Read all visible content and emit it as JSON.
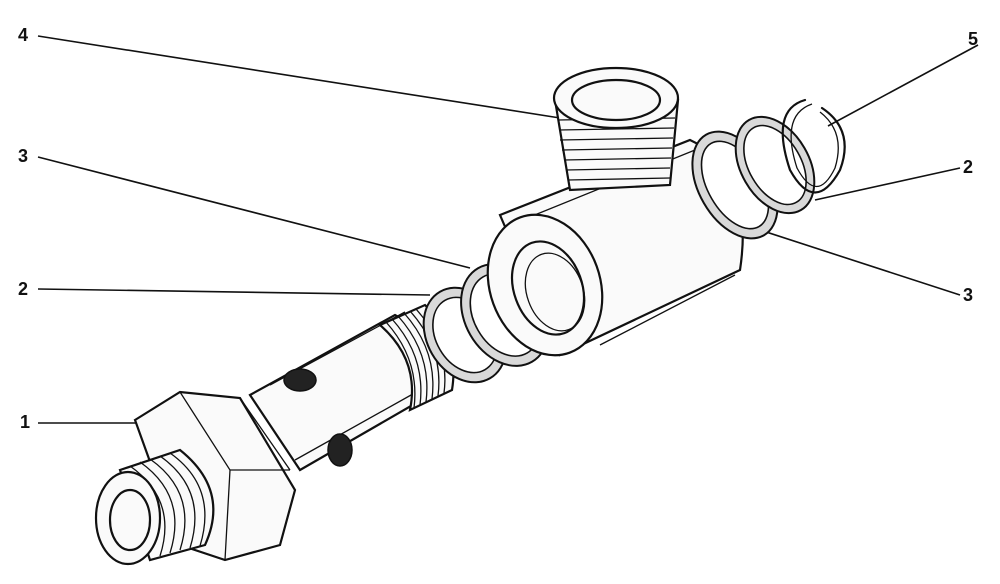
{
  "callouts": [
    {
      "id": "c4a",
      "label": "4"
    },
    {
      "id": "c5",
      "label": "5"
    },
    {
      "id": "c3a",
      "label": "3"
    },
    {
      "id": "c2a",
      "label": "2"
    },
    {
      "id": "c2b",
      "label": "2"
    },
    {
      "id": "c3b",
      "label": "3"
    },
    {
      "id": "c1",
      "label": "1"
    }
  ],
  "colors": {
    "ink": "#111111",
    "background": "#ffffff",
    "gasket": "#d9d9d9"
  }
}
